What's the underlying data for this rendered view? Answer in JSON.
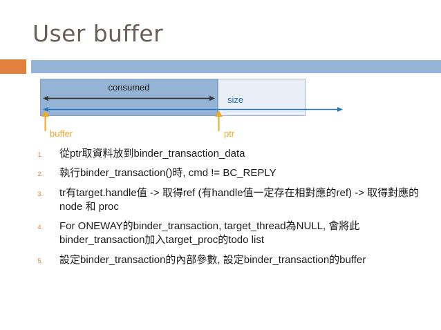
{
  "slide": {
    "title": "User buffer",
    "accent": {
      "orange": "#e0813e",
      "blue": "#95b3d4"
    }
  },
  "diagram": {
    "name": "user-buffer-layout",
    "segments": [
      {
        "key": "consumed",
        "label": "consumed",
        "fill": "#95b3d4",
        "text_color": "#1a1a1a"
      },
      {
        "key": "size",
        "label": "size",
        "fill": "#eaeff7",
        "text_color": "#2171be"
      }
    ],
    "arrows": [
      {
        "key": "consumed_extent",
        "color": "#3a3a3a",
        "双": "double"
      },
      {
        "key": "total_extent",
        "color": "#1f78c1",
        "双": "double"
      }
    ],
    "pointers": [
      {
        "key": "buffer",
        "label": "buffer",
        "color": "#f0a82a"
      },
      {
        "key": "ptr",
        "label": "ptr",
        "color": "#f0a82a"
      }
    ]
  },
  "list": {
    "marker_color": "#e0813e",
    "items": [
      {
        "num": "1.",
        "text": "從ptr取資料放到binder_transaction_data"
      },
      {
        "num": "2.",
        "text": "執行binder_transaction()時, cmd != BC_REPLY"
      },
      {
        "num": "3.",
        "text": "tr有target.handle值 -> 取得ref (有handle值一定存在相對應的ref) -> 取得對應的node 和 proc"
      },
      {
        "num": "4.",
        "text": "For ONEWAY的binder_transaction, target_thread為NULL, 會將此 binder_transaction加入target_proc的todo list"
      },
      {
        "num": "5.",
        "text": "設定binder_transaction的內部參數, 設定binder_transaction的buffer"
      }
    ]
  }
}
